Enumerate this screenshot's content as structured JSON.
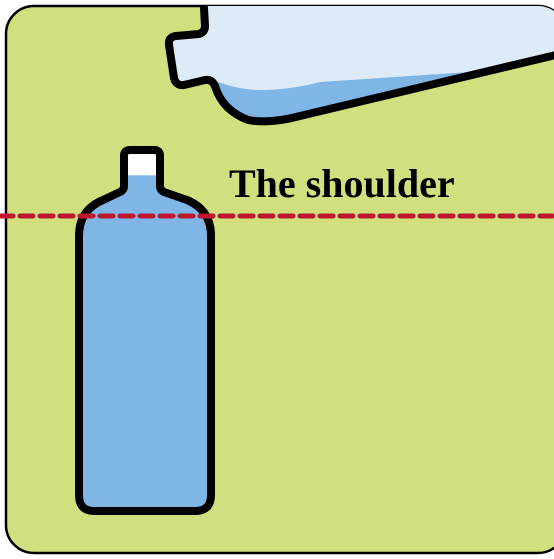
{
  "panel": {
    "background_color": "#d1df7e",
    "border_color": "#000000"
  },
  "annotation": {
    "label": "The shoulder",
    "line_color": "#c0172f",
    "line_style": "dashed"
  },
  "upright_bottle": {
    "fill_color": "#7fb6e6",
    "empty_color": "#ffffff",
    "fill_level": 0.93
  },
  "tipped_bottle": {
    "body_color": "#ddebf8",
    "water_color": "#7fb6e6"
  }
}
